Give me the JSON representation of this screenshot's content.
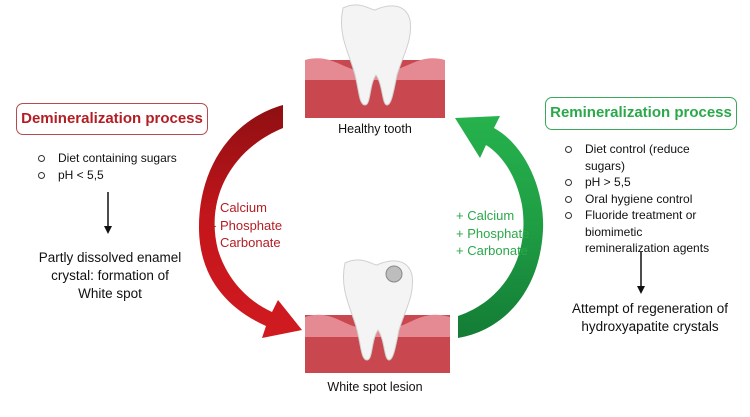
{
  "demineralization": {
    "title": "Demineralization process",
    "bullets": [
      "Diet containing sugars",
      "pH < 5,5"
    ],
    "result_lines": [
      "Partly dissolved enamel",
      "crystal: formation of",
      "White spot"
    ],
    "ions": [
      "- Calcium",
      "- Phosphate",
      "- Carbonate"
    ],
    "color": "#b21e24"
  },
  "remineralization": {
    "title": "Remineralization process",
    "bullets": [
      "Diet control (reduce sugars)",
      "pH > 5,5",
      "Oral hygiene control",
      "Fluoride treatment or biomimetic remineralization agents"
    ],
    "result_lines": [
      "Attempt of regeneration of",
      "hydroxyapatite crystals"
    ],
    "ions": [
      "+ Calcium",
      "+ Phosphate",
      "+ Carbonate"
    ],
    "color": "#2aa84a"
  },
  "teeth": {
    "healthy_caption": "Healthy tooth",
    "lesion_caption": "White spot lesion"
  }
}
